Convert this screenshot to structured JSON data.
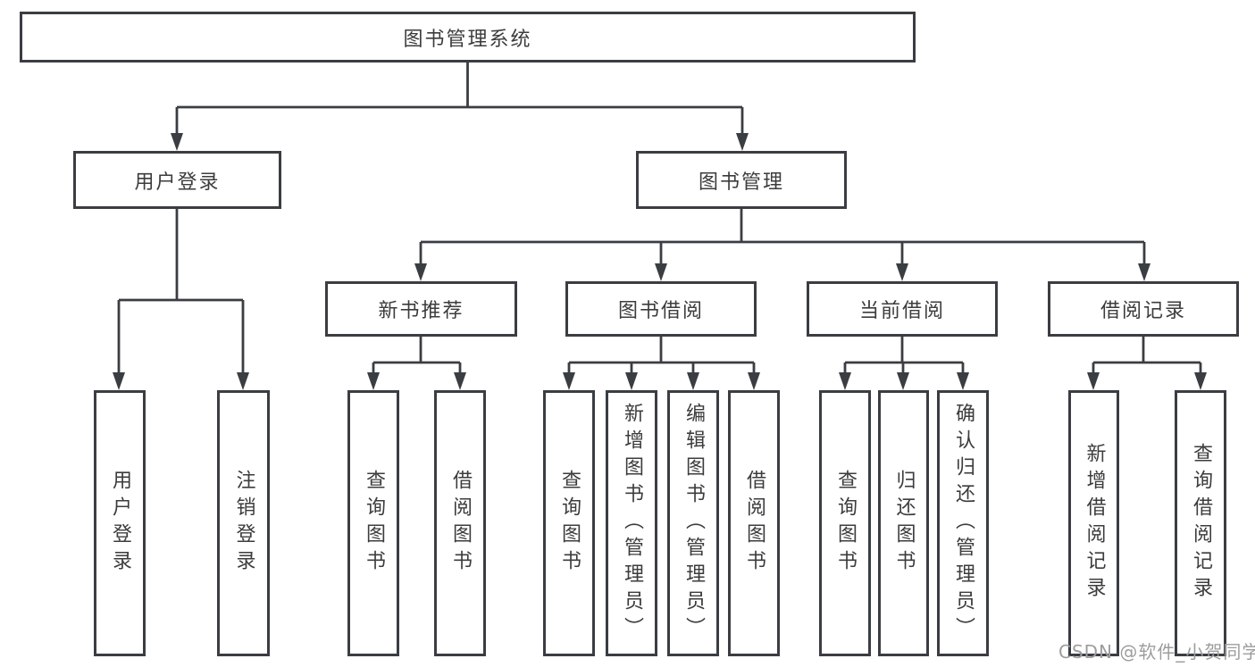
{
  "diagram_title": "图书管理系统",
  "tree": {
    "root": {
      "label": "图书管理系统",
      "children": [
        {
          "label": "用户登录",
          "children": [
            {
              "label": "用户登录"
            },
            {
              "label": "注销登录"
            }
          ]
        },
        {
          "label": "图书管理",
          "children": [
            {
              "label": "新书推荐",
              "children": [
                {
                  "label": "查询图书"
                },
                {
                  "label": "借阅图书"
                }
              ]
            },
            {
              "label": "图书借阅",
              "children": [
                {
                  "label": "查询图书"
                },
                {
                  "label": "新增图书（管理员）"
                },
                {
                  "label": "编辑图书（管理员）"
                },
                {
                  "label": "借阅图书"
                }
              ]
            },
            {
              "label": "当前借阅",
              "children": [
                {
                  "label": "查询图书"
                },
                {
                  "label": "归还图书"
                },
                {
                  "label": "确认归还（管理员）"
                }
              ]
            },
            {
              "label": "借阅记录",
              "children": [
                {
                  "label": "新增借阅记录"
                },
                {
                  "label": "查询借阅记录"
                }
              ]
            }
          ]
        }
      ]
    }
  },
  "watermark": {
    "text": "CSDN @软件_小贺同学"
  },
  "colors": {
    "line": "#3a3d42",
    "box_border": "#3a3d42",
    "text": "#3c3c3c",
    "watermark": "#9d9d9d",
    "background": "#ffffff"
  }
}
